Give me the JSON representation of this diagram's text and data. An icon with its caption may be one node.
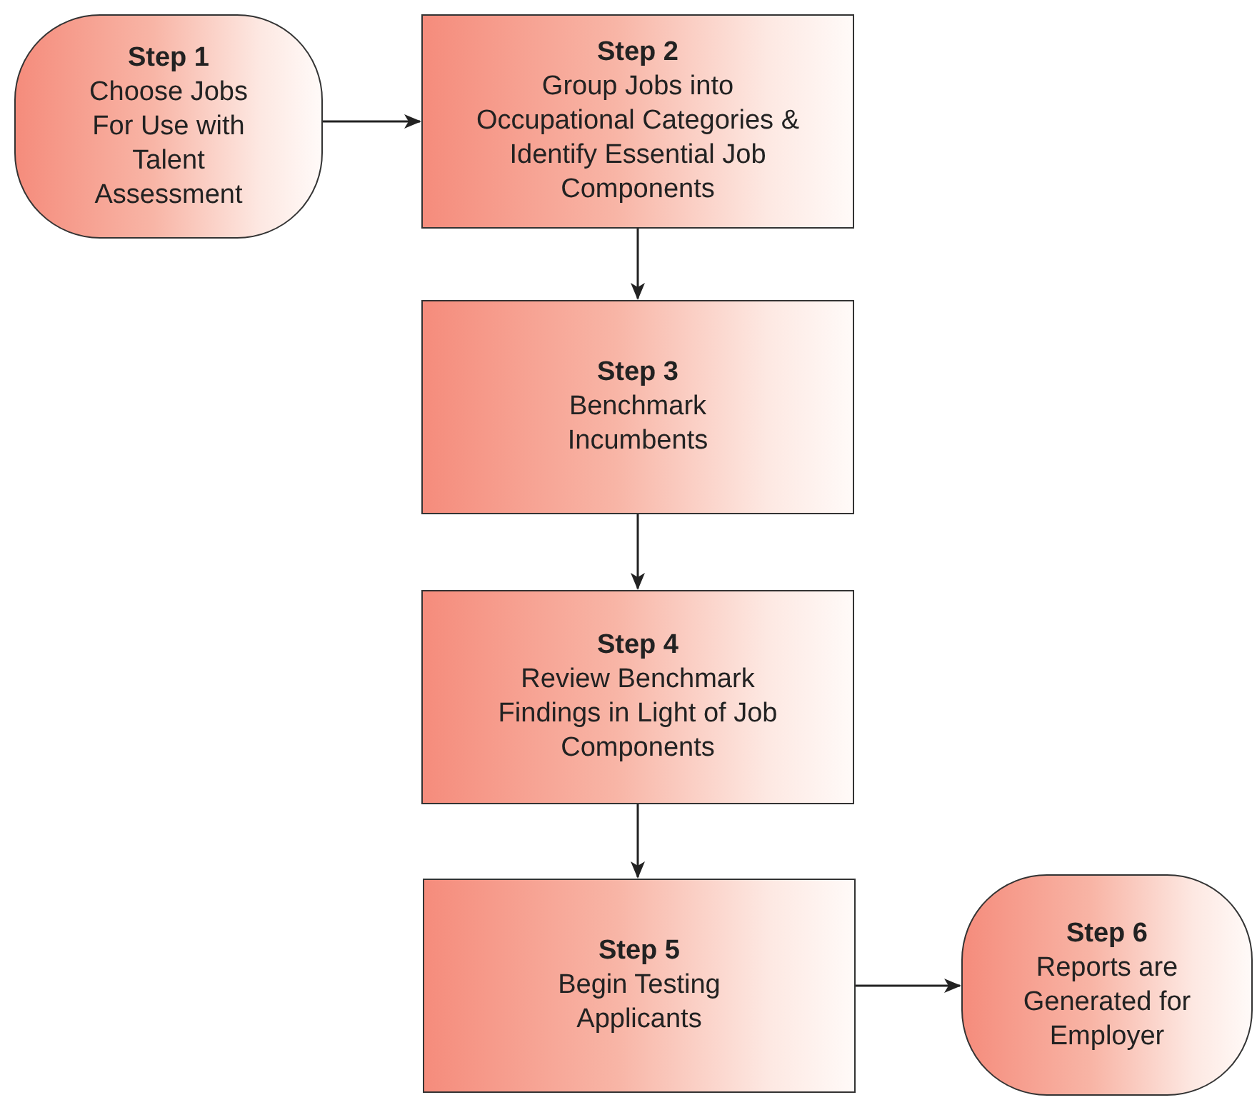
{
  "diagram": {
    "nodes": [
      {
        "text": [
          "Step 1",
          "Choose Jobs For Use with Talent Assessment"
        ]
      },
      {
        "text": [
          "Step 2",
          "Group Jobs into Occupational Categories & Identify Essential Job Components"
        ]
      },
      {
        "text": [
          "Step 3",
          "Benchmark Incumbents"
        ]
      },
      {
        "text": [
          "Step 4",
          "Review Benchmark Findings in Light of Job Components"
        ]
      },
      {
        "text": [
          "Step 5",
          "Begin Testing Applicants"
        ]
      },
      {
        "text": [
          "Step 6",
          "Reports are Generated for Employer"
        ]
      }
    ],
    "edges": [
      {
        "from": 0,
        "to": 1,
        "arrow": "to"
      },
      {
        "from": 1,
        "to": 2,
        "arrow": "to"
      },
      {
        "from": 2,
        "to": 3,
        "arrow": "to"
      },
      {
        "from": 3,
        "to": 4,
        "arrow": "to"
      },
      {
        "from": 4,
        "to": 5,
        "arrow": "to"
      }
    ]
  }
}
